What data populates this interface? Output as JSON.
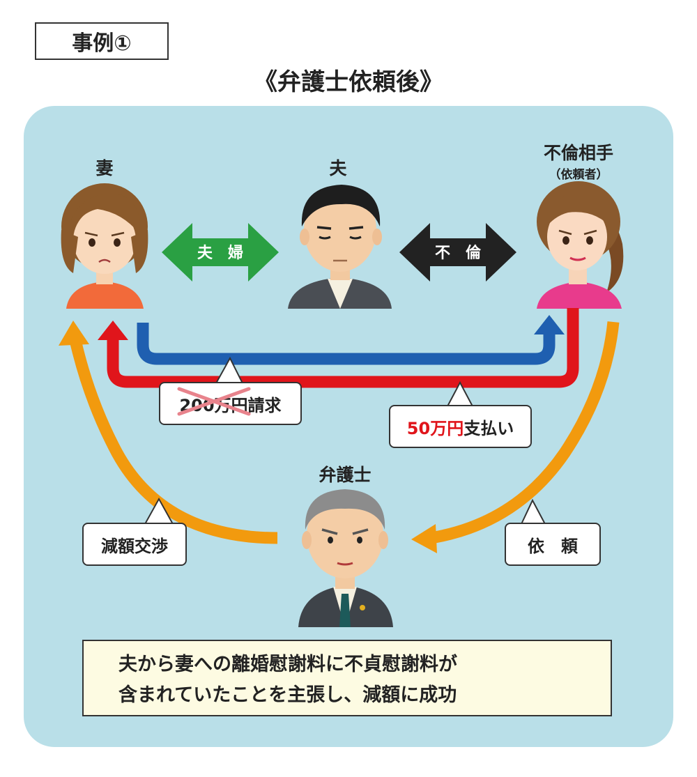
{
  "case_label": "事例①",
  "title": "《弁護士依頼後》",
  "people": {
    "wife": "妻",
    "husband": "夫",
    "lover": "不倫相手",
    "lover_sub": "（依頼者）",
    "lawyer": "弁護士"
  },
  "relations": {
    "couple": "夫　婦",
    "affair": "不　倫"
  },
  "callouts": {
    "claim_amount": "200万円",
    "claim_suffix": "請求",
    "payment_amount": "50万円",
    "payment_suffix": "支払い",
    "negotiation": "減額交渉",
    "request": "依　頼"
  },
  "conclusion": {
    "line1": "夫から妻への離婚慰謝料に不貞慰謝料が",
    "line2": "含まれていたことを主張し、減額に成功"
  },
  "colors": {
    "panel": "#b9dfe8",
    "couple_arrow": "#2aa043",
    "affair_arrow": "#222222",
    "claim_arrow": "#1f5fb0",
    "payment_arrow": "#e0151b",
    "lawyer_arrow": "#f29a0e"
  }
}
